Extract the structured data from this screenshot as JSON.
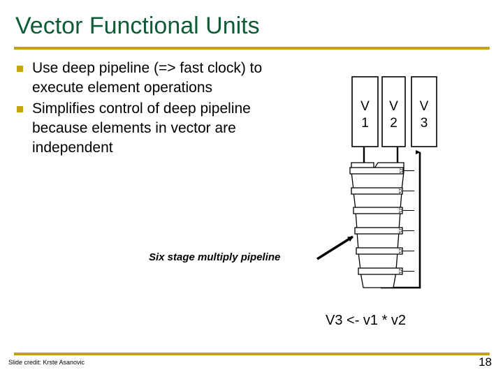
{
  "slide": {
    "title": "Vector Functional Units",
    "accent_gold": "#c5a014",
    "title_green": "#0b5c37",
    "bullet_gold": "#c8a415"
  },
  "bullets": [
    {
      "text": "Use deep pipeline (=> fast clock) to execute element operations"
    },
    {
      "text": "Simplifies control of deep pipeline because elements in vector are independent"
    }
  ],
  "diagram": {
    "registers": [
      {
        "name": "V1",
        "line1": "V",
        "line2": "1"
      },
      {
        "name": "V2",
        "line1": "V",
        "line2": "2"
      },
      {
        "name": "V3",
        "line1": "V",
        "line2": "3"
      }
    ],
    "pipeline_caption": "Six stage multiply pipeline",
    "stage_count": 6
  },
  "equation": "V3 <- v1 * v2",
  "footer": {
    "credit": "Slide credit: Krste Asanovic",
    "page_number": "18"
  }
}
